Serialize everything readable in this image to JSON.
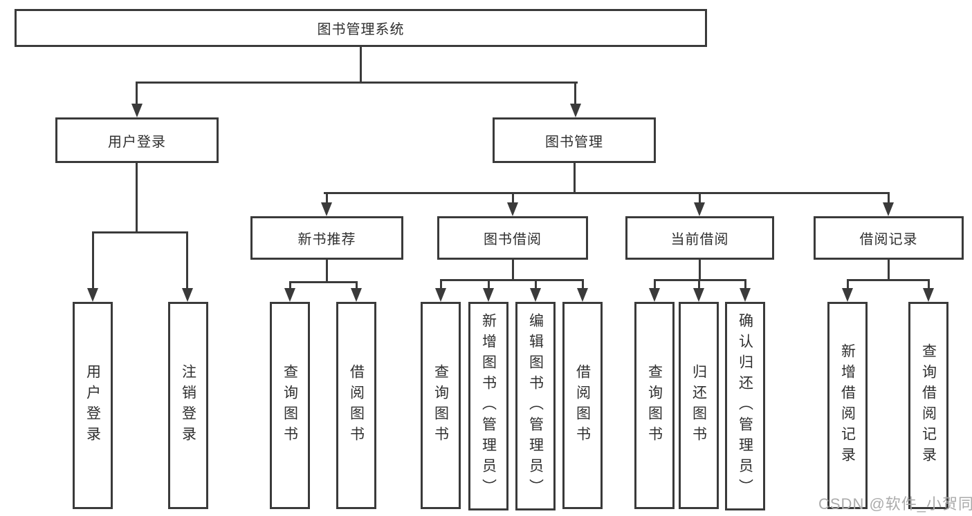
{
  "style": {
    "line_color": "#3a3a3a",
    "text_color": "#2f2f2f",
    "box_background": "#ffffff",
    "watermark_color": "#ababab"
  },
  "watermark": {
    "text": "CSDN @软件_小贺同学"
  },
  "diagram": {
    "root": {
      "label": "图书管理系统"
    },
    "branches": {
      "user_login": {
        "label": "用户登录",
        "children": [
          "用户登录",
          "注销登录"
        ]
      },
      "book_management": {
        "label": "图书管理",
        "children": {
          "new_book": {
            "label": "新书推荐",
            "children": [
              "查询图书",
              "借阅图书"
            ]
          },
          "book_borrow": {
            "label": "图书借阅",
            "children": [
              "查询图书",
              "新增图书（管理员）",
              "编辑图书（管理员）",
              "借阅图书"
            ]
          },
          "current_borrow": {
            "label": "当前借阅",
            "children": [
              "查询图书",
              "归还图书",
              "确认归还（管理员）"
            ]
          },
          "borrow_record": {
            "label": "借阅记录",
            "children": [
              "新增借阅记录",
              "查询借阅记录"
            ]
          }
        }
      }
    }
  }
}
